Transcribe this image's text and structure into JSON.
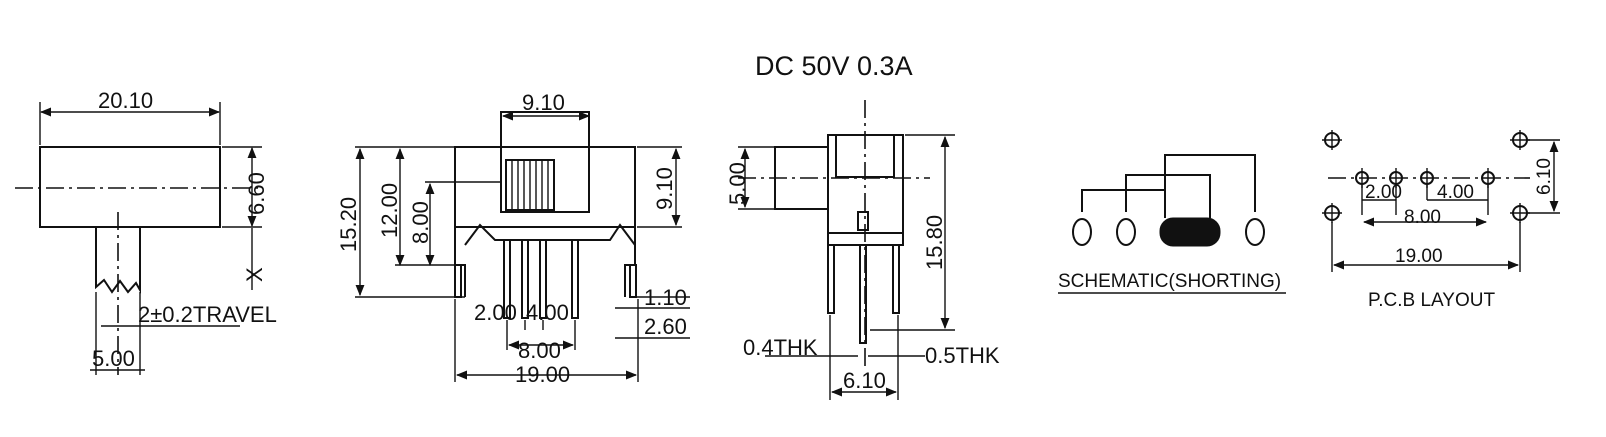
{
  "header": {
    "rating": "DC  50V  0.3A"
  },
  "views": {
    "side": {
      "width": "20.10",
      "height": "6.60",
      "x_label": "X",
      "travel": "2±0.2TRAVEL",
      "actuator_width": "5.00"
    },
    "front": {
      "actuator_width": "9.10",
      "total_height": "15.20",
      "height_12": "12.00",
      "height_8": "8.00",
      "right_height": "9.10",
      "pin_pitch_a": "2.00",
      "pin_pitch_b": "4.00",
      "span_8": "8.00",
      "total_width": "19.00",
      "pin_len_a": "1.10",
      "pin_len_b": "2.60"
    },
    "end": {
      "actuator": "5.00",
      "height": "15.80",
      "thk_left": "0.4THK",
      "thk_right": "0.5THK",
      "width": "6.10"
    },
    "schematic": {
      "label": "SCHEMATIC(SHORTING)"
    },
    "pcb": {
      "pitch_a": "2.00",
      "pitch_b": "4.00",
      "span": "8.00",
      "total": "19.00",
      "row_spacing": "6.10",
      "label": "P.C.B LAYOUT"
    }
  }
}
